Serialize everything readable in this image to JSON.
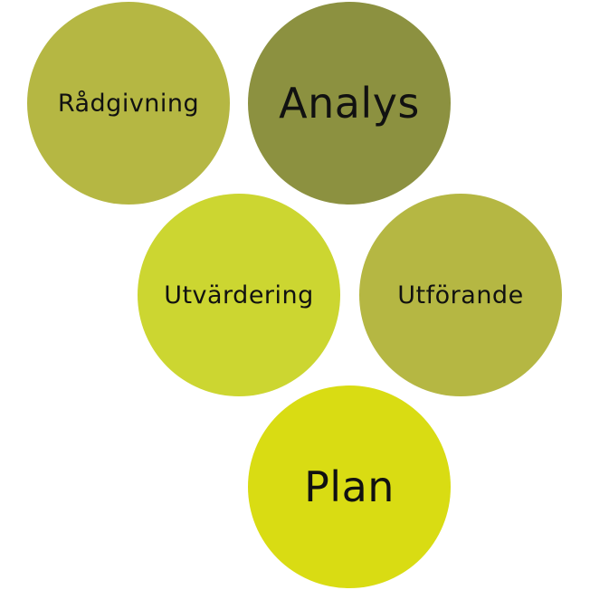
{
  "diagram": {
    "nodes": [
      {
        "id": "radgivning",
        "label": "Rådgivning",
        "color": "#b5b743",
        "emphasis": "small"
      },
      {
        "id": "analys",
        "label": "Analys",
        "color": "#8c9140",
        "emphasis": "large"
      },
      {
        "id": "utvardering",
        "label": "Utvärdering",
        "color": "#ccd631",
        "emphasis": "small"
      },
      {
        "id": "utforande",
        "label": "Utförande",
        "color": "#b5b743",
        "emphasis": "small"
      },
      {
        "id": "plan",
        "label": "Plan",
        "color": "#d9dc13",
        "emphasis": "large"
      }
    ]
  }
}
